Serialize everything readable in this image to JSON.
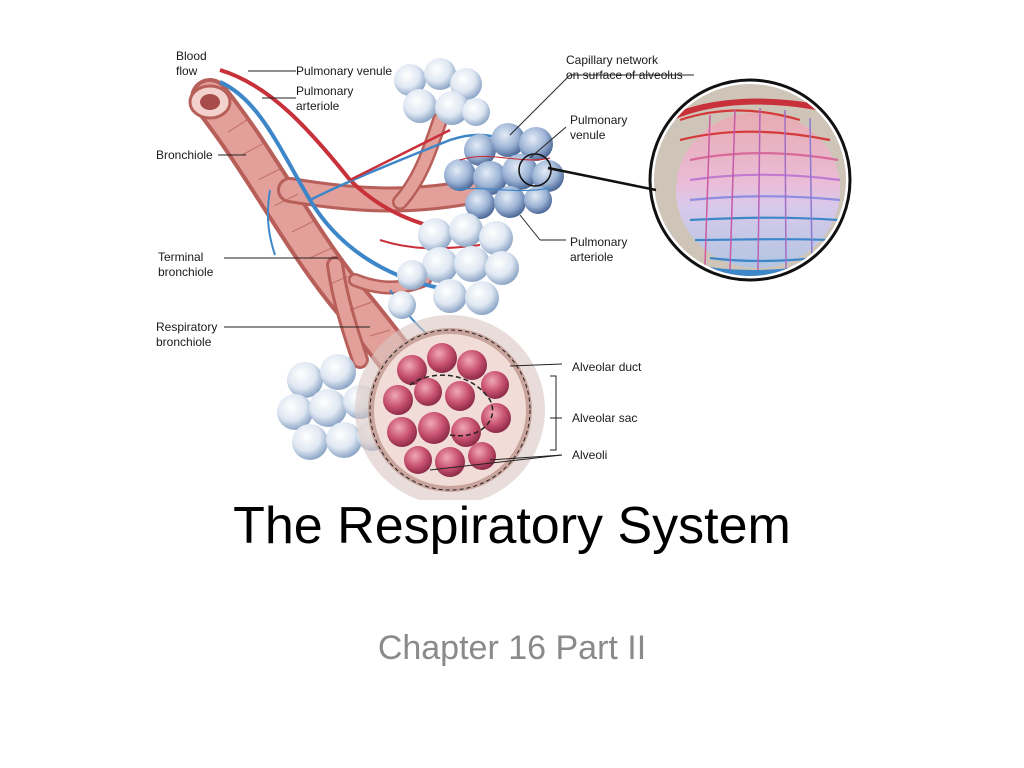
{
  "slide": {
    "title": "The Respiratory System",
    "subtitle": "Chapter 16 Part II"
  },
  "diagram": {
    "labels": {
      "blood_flow_1": "Blood",
      "blood_flow_2": "flow",
      "pulmonary_venule_top": "Pulmonary venule",
      "pulmonary_arteriole_top_1": "Pulmonary",
      "pulmonary_arteriole_top_2": "arteriole",
      "bronchiole": "Bronchiole",
      "terminal_bronchiole_1": "Terminal",
      "terminal_bronchiole_2": "bronchiole",
      "respiratory_bronchiole_1": "Respiratory",
      "respiratory_bronchiole_2": "bronchiole",
      "capillary_network_1": "Capillary network",
      "capillary_network_2": "on surface of alveolus",
      "pulmonary_venule_right_1": "Pulmonary",
      "pulmonary_venule_right_2": "venule",
      "pulmonary_arteriole_right_1": "Pulmonary",
      "pulmonary_arteriole_right_2": "arteriole",
      "alveolar_duct": "Alveolar duct",
      "alveolar_sac": "Alveolar sac",
      "alveoli": "Alveoli"
    },
    "colors": {
      "artery_red": "#c8303a",
      "vein_blue": "#3d86c8",
      "bronchiole_pink": "#d98c86",
      "alveoli_pale": "#dfe7f2",
      "alveoli_interior": "#c7506f"
    }
  }
}
